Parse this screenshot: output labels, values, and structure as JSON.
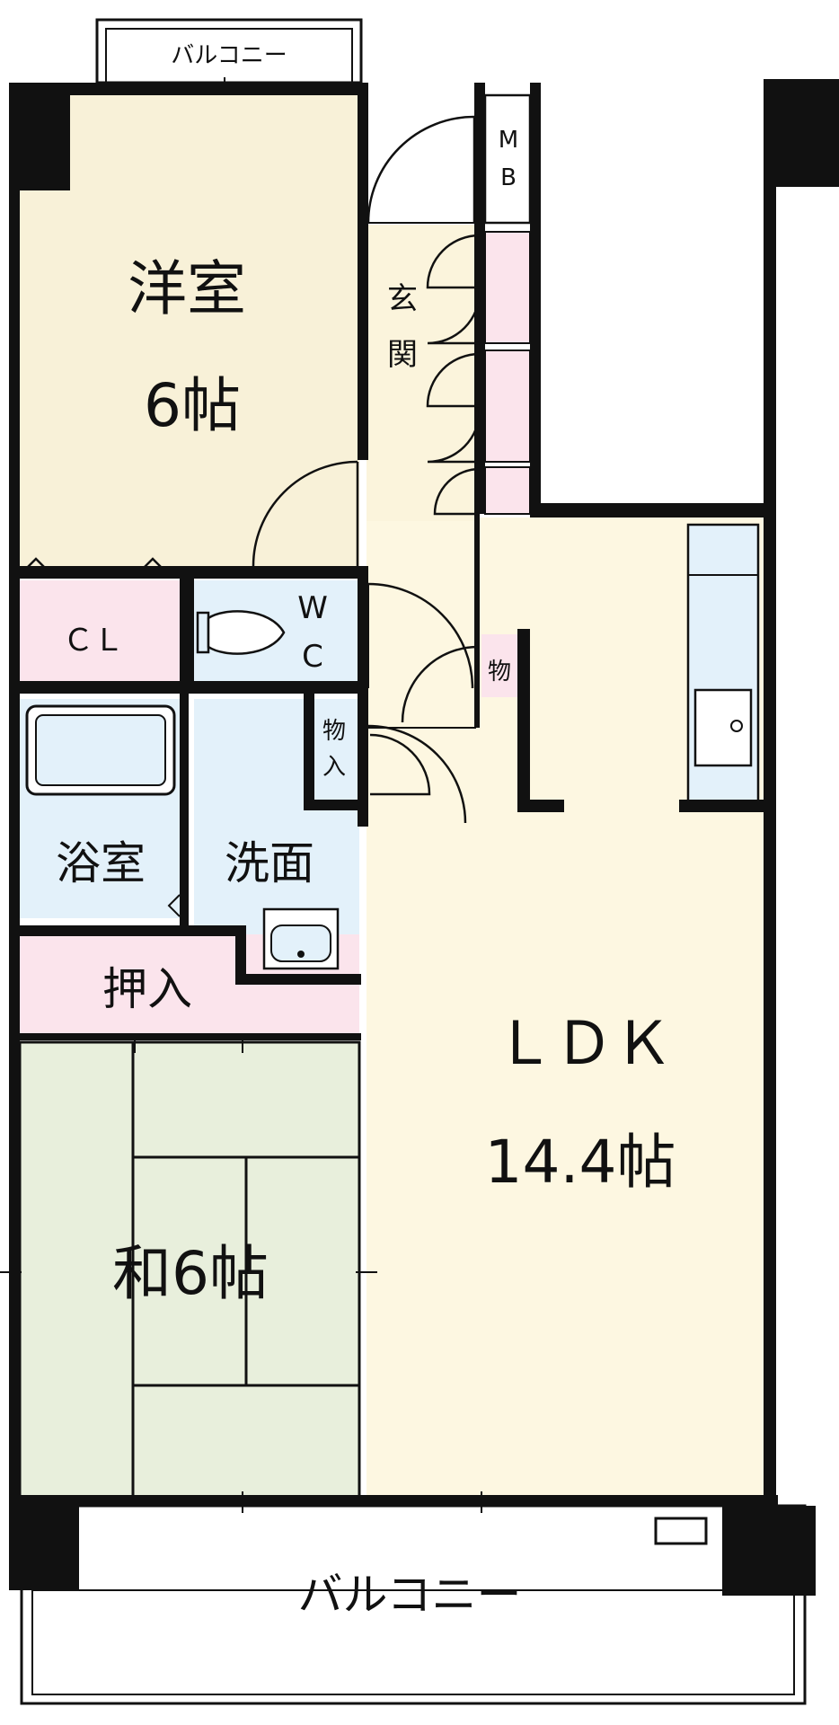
{
  "colors": {
    "western_room": "#f8f1d8",
    "ldk": "#fdf7e1",
    "genkan": "#fbf4dc",
    "storage_pink": "#fbe4ec",
    "wet_area_blue": "#e3f1fa",
    "tatami_green": "#e8efdc",
    "wall": "#111111",
    "background": "#ffffff"
  },
  "rooms": {
    "balcony_top": "バルコニー",
    "western_room_name": "洋室",
    "western_room_size": "6帖",
    "closet": "ＣＬ",
    "wc_w": "W",
    "wc_c": "C",
    "entrance_1": "玄",
    "entrance_2": "関",
    "meter_box_m": "M",
    "meter_box_b": "B",
    "storage_mono": "物",
    "storage_mono_iri_1": "物",
    "storage_mono_iri_2": "入",
    "bathroom": "浴室",
    "washroom": "洗面",
    "oshiire": "押入",
    "japanese_room": "和6帖",
    "ldk_name": "ＬＤＫ",
    "ldk_size": "14.4帖",
    "balcony_bottom": "バルコニー"
  },
  "icons": {
    "toilet": "toilet-icon",
    "bathtub": "bathtub-icon",
    "wash_basin": "wash-basin-icon",
    "kitchen_sink": "kitchen-sink-icon"
  }
}
